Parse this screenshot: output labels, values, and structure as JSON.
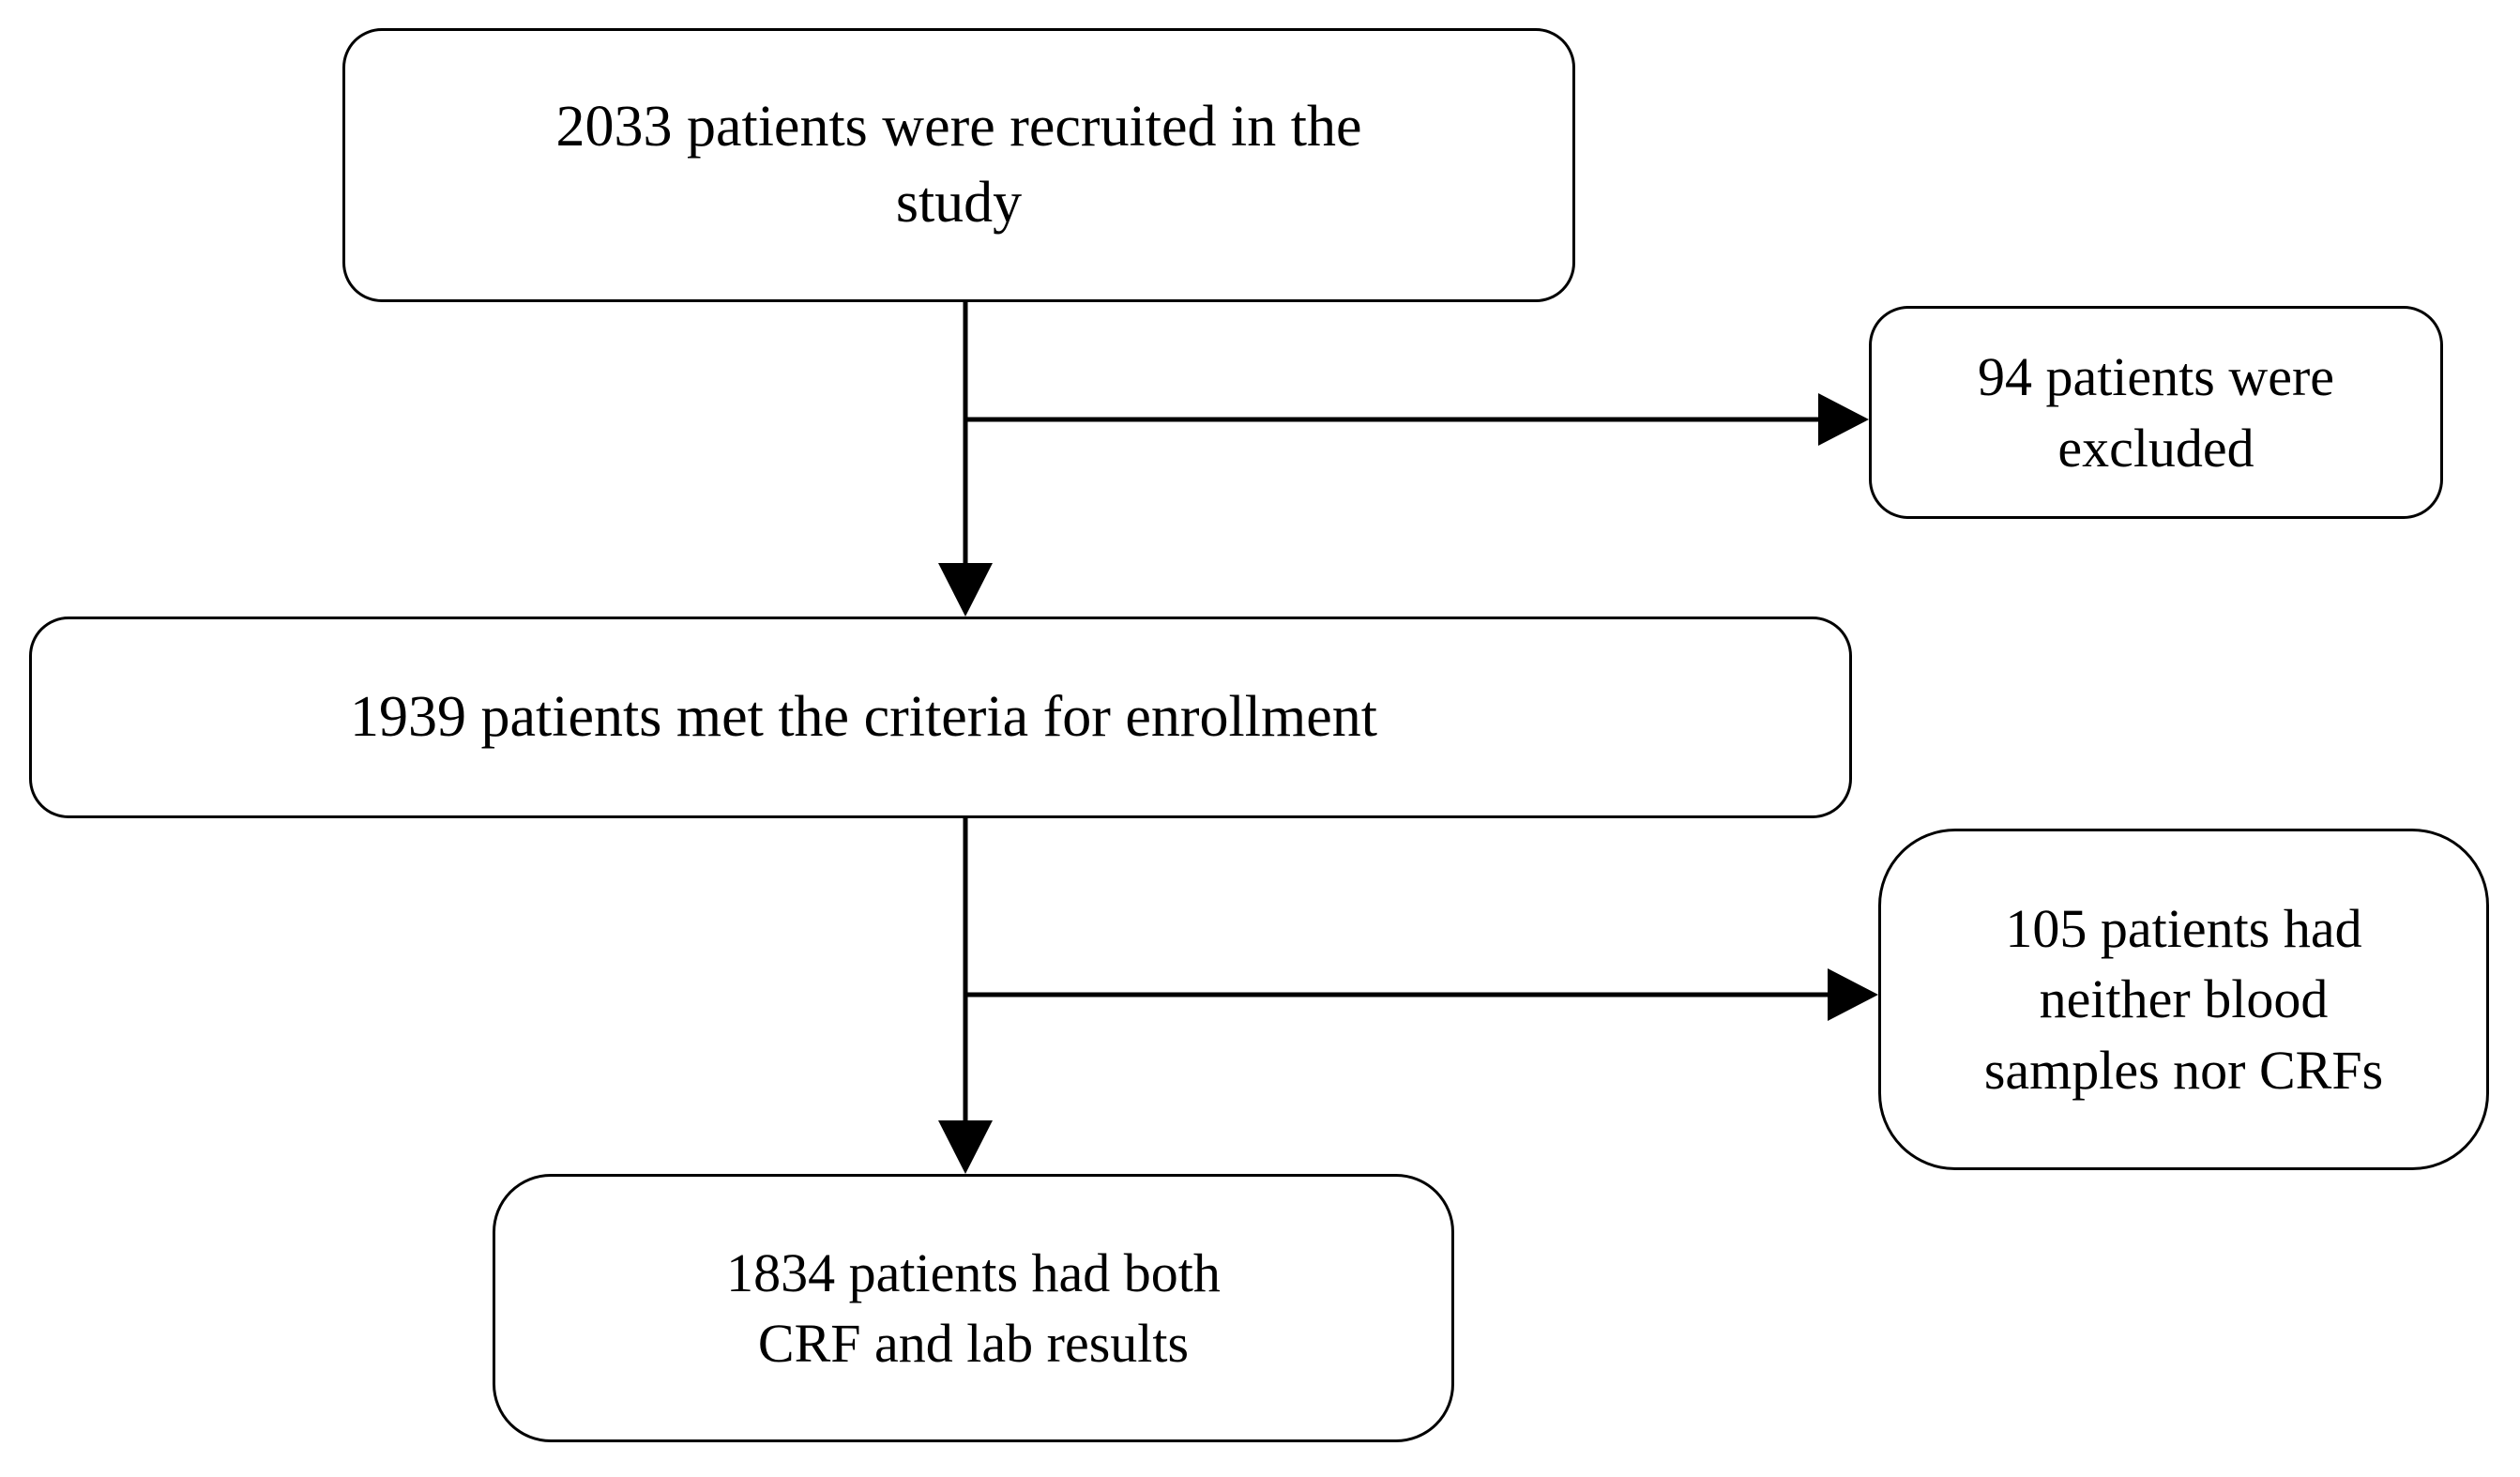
{
  "diagram": {
    "type": "flowchart",
    "title": "Patient enrollment flow diagram",
    "orientation": "top-to-bottom with right-side exclusion branches",
    "stroke_color": "#000000",
    "fill_color": "#ffffff",
    "background": "#ffffff"
  },
  "nodes": {
    "recruited": {
      "label": "2033 patients were recruited in the\nstudy",
      "count": 2033,
      "shape": "rounded-rectangle"
    },
    "excluded": {
      "label": "94 patients were\nexcluded",
      "count": 94,
      "shape": "rounded-rectangle"
    },
    "enrolled": {
      "label": "1939 patients met the criteria for enrollment",
      "count": 1939,
      "shape": "rounded-rectangle"
    },
    "no_samples": {
      "label": "105 patients had\nneither blood\nsamples nor CRFs",
      "count": 105,
      "shape": "rounded-rectangle"
    },
    "both": {
      "label": "1834 patients had both\nCRF  and lab results",
      "count": 1834,
      "shape": "rounded-rectangle"
    }
  },
  "edges": [
    {
      "name": "recruited-to-enrolled",
      "from": "recruited",
      "to": "enrolled",
      "direction": "down",
      "arrowhead": true
    },
    {
      "name": "recruited-to-excluded",
      "from": "recruited",
      "to": "excluded",
      "direction": "right",
      "arrowhead": true
    },
    {
      "name": "enrolled-to-both",
      "from": "enrolled",
      "to": "both",
      "direction": "down",
      "arrowhead": true
    },
    {
      "name": "enrolled-to-no-samples",
      "from": "enrolled",
      "to": "no_samples",
      "direction": "right",
      "arrowhead": true
    }
  ]
}
